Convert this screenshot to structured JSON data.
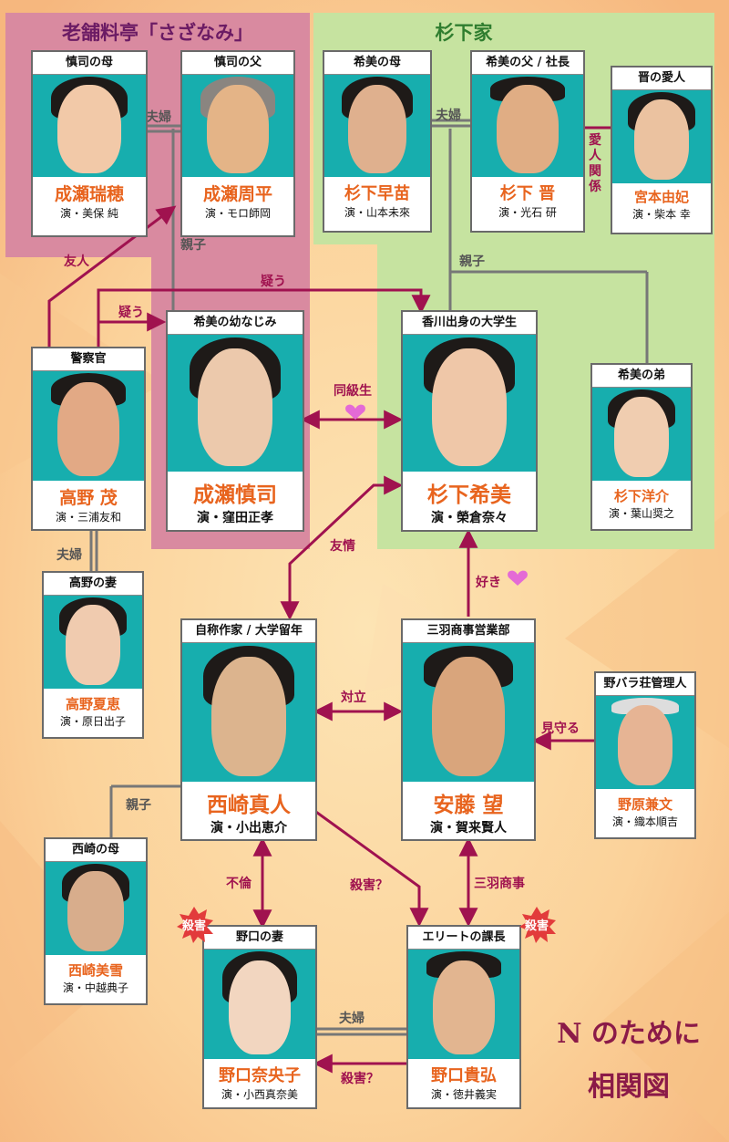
{
  "groups": {
    "sazanami": "老舗料亭「さざなみ」",
    "sugishita": "杉下家"
  },
  "colors": {
    "sazanami_bg": "#d98aa0",
    "sugishita_bg": "#c6e3a0",
    "photo_bg": "#17aeae",
    "name": "#e8641e",
    "relation": "#a0124f",
    "line_gray": "#777777",
    "splat": "#e23b3b"
  },
  "people": {
    "mizuho": {
      "role": "慎司の母",
      "name": "成瀬瑞穂",
      "actor": "演・美保 純",
      "icon": "portrait-icon"
    },
    "shuhei": {
      "role": "慎司の父",
      "name": "成瀬周平",
      "actor": "演・モロ師岡",
      "icon": "portrait-icon"
    },
    "sanae": {
      "role": "希美の母",
      "name": "杉下早苗",
      "actor": "演・山本未來",
      "icon": "portrait-icon"
    },
    "susumu": {
      "role": "希美の父 / 社長",
      "name": "杉下 晋",
      "actor": "演・光石 研",
      "icon": "portrait-icon"
    },
    "yuki": {
      "role": "晋の愛人",
      "name": "宮本由妃",
      "actor": "演・柴本 幸",
      "icon": "portrait-icon"
    },
    "shinji": {
      "role": "希美の幼なじみ",
      "name": "成瀬慎司",
      "actor": "演・窪田正孝",
      "icon": "portrait-icon"
    },
    "nozomi": {
      "role": "香川出身の大学生",
      "name": "杉下希美",
      "actor": "演・榮倉奈々",
      "icon": "portrait-icon"
    },
    "yosuke": {
      "role": "希美の弟",
      "name": "杉下洋介",
      "actor": "演・葉山奨之",
      "icon": "portrait-icon"
    },
    "shigeru": {
      "role": "警察官",
      "name": "高野 茂",
      "actor": "演・三浦友和",
      "icon": "portrait-icon"
    },
    "natsue": {
      "role": "高野の妻",
      "name": "高野夏恵",
      "actor": "演・原日出子",
      "icon": "portrait-icon"
    },
    "masato": {
      "role": "自称作家 / 大学留年",
      "name": "西崎真人",
      "actor": "演・小出恵介",
      "icon": "portrait-icon"
    },
    "nozomu": {
      "role": "三羽商事営業部",
      "name": "安藤 望",
      "actor": "演・賀来賢人",
      "icon": "portrait-icon"
    },
    "kanefumi": {
      "role": "野バラ荘管理人",
      "name": "野原兼文",
      "actor": "演・織本順吉",
      "icon": "portrait-icon"
    },
    "miyuki": {
      "role": "西崎の母",
      "name": "西崎美雪",
      "actor": "演・中越典子",
      "icon": "portrait-icon"
    },
    "naoko": {
      "role": "野口の妻",
      "name": "野口奈央子",
      "actor": "演・小西真奈美",
      "icon": "portrait-icon"
    },
    "takahiro": {
      "role": "エリートの課長",
      "name": "野口貴弘",
      "actor": "演・徳井義実",
      "icon": "portrait-icon"
    }
  },
  "relations": {
    "fufu1": "夫婦",
    "fufu2": "夫婦",
    "fufu3": "夫婦",
    "fufu4": "夫婦",
    "aijin": "愛人関係",
    "oyako1": "親子",
    "oyako2": "親子",
    "oyako3": "親子",
    "yujin": "友人",
    "utagau1": "疑う",
    "utagau2": "疑う",
    "dokyusei": "同級生",
    "yujo": "友情",
    "suki": "好き",
    "tairitsu": "対立",
    "mimamoru": "見守る",
    "furin": "不倫",
    "satsugai1": "殺害？",
    "satsugai2": "殺害？",
    "mitsuba": "三羽商事"
  },
  "badges": {
    "killed1": "殺害",
    "killed2": "殺害"
  },
  "footer": {
    "line1": "N のために",
    "line2": "相関図"
  }
}
